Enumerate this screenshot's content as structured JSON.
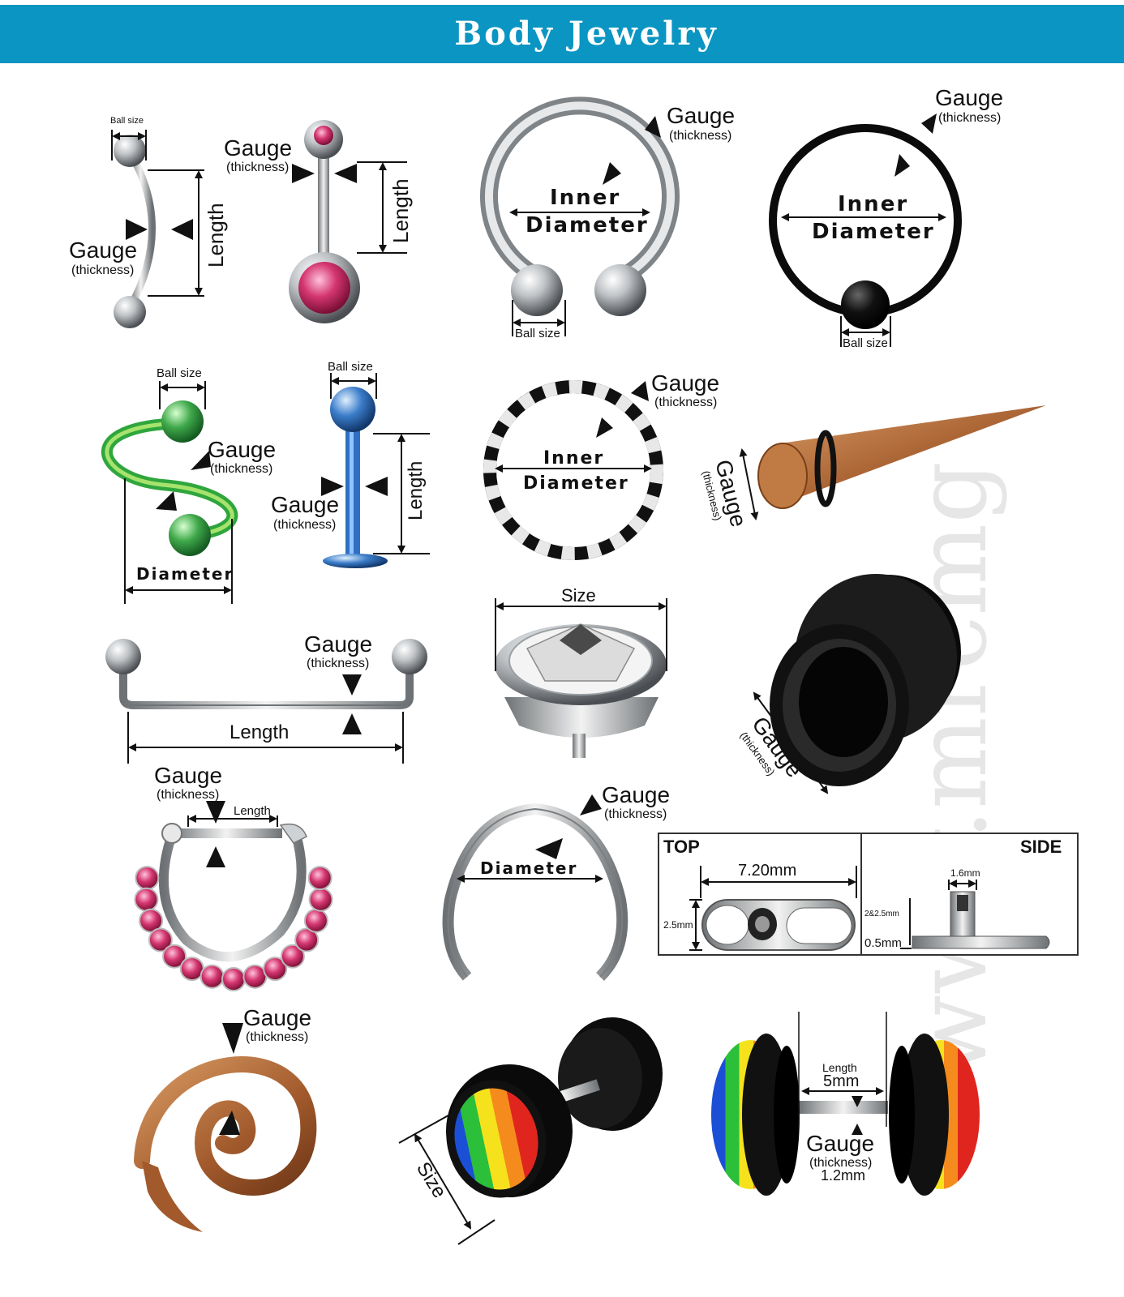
{
  "header": {
    "title": "Body Jewelry"
  },
  "labels": {
    "gauge": "Gauge",
    "thickness": "(thickness)",
    "length": "Length",
    "ball_size": "Ball size",
    "inner": "Inner",
    "diameter": "Diameter",
    "size": "Size"
  },
  "dermal": {
    "top": "TOP",
    "side": "SIDE",
    "top_length": "7.20mm",
    "top_height": "2.5mm",
    "side_width": "1.6mm",
    "side_height": "2&2.5mm",
    "side_base": "0.5mm"
  },
  "fake_plug": {
    "length": "Length",
    "length_value": "5mm",
    "gauge": "Gauge",
    "thickness": "(thickness)",
    "gauge_value": "1.2mm"
  },
  "watermark": "www.mrcmg"
}
